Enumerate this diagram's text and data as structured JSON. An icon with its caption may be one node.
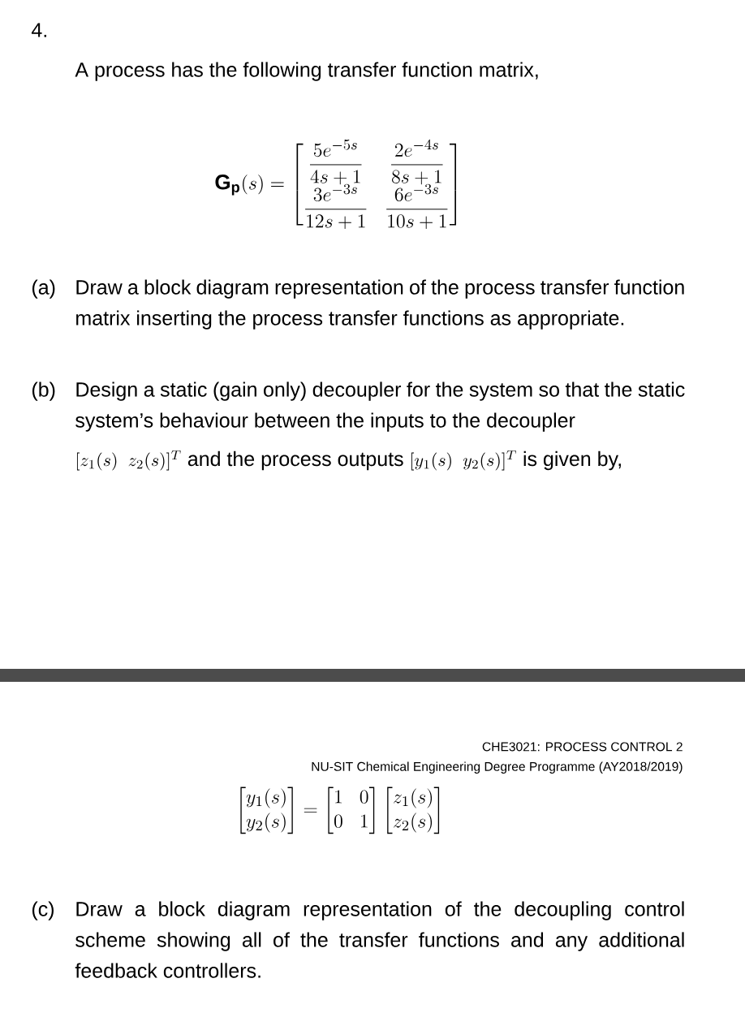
{
  "diagram": {
    "labels": [
      "4.",
      "A process has the following transfer function matrix,",
      "\\mathbf{G}_{\\mathbf{p}}(s)=\\begin{bmatrix}\\dfrac{5e^{-5s}}{4s+1} & \\dfrac{2e^{-4s}}{8s+1}\\\\ \\dfrac{3e^{-3s}}{12s+1} & \\dfrac{6e^{-3s}}{10s+1}\\end{bmatrix}",
      "(a)",
      "Draw a block diagram representation of the process transfer function matrix inserting the process transfer functions as appropriate.",
      "(b)",
      "Design a static (gain only) decoupler for the system so that the static system’s behaviour between the inputs to the decoupler",
      "[z_1(s)\\ \\ z_2(s)]^T",
      "and the process outputs",
      "[y_1(s)\\ \\ y_2(s)]^T",
      "is given by,",
      "CHE3021: PROCESS CONTROL 2",
      "NU-SIT Chemical Engineering Degree Programme (AY2018/2019)",
      "\\begin{bmatrix}y_1(s)\\\\ y_2(s)\\end{bmatrix}=\\begin{bmatrix}1 & 0\\\\ 0 & 1\\end{bmatrix}\\begin{bmatrix}z_1(s)\\\\ z_2(s)\\end{bmatrix}",
      "(c)",
      "Draw a block diagram representation of the decoupling control scheme showing all of the transfer functions and any additional feedback controllers."
    ]
  }
}
